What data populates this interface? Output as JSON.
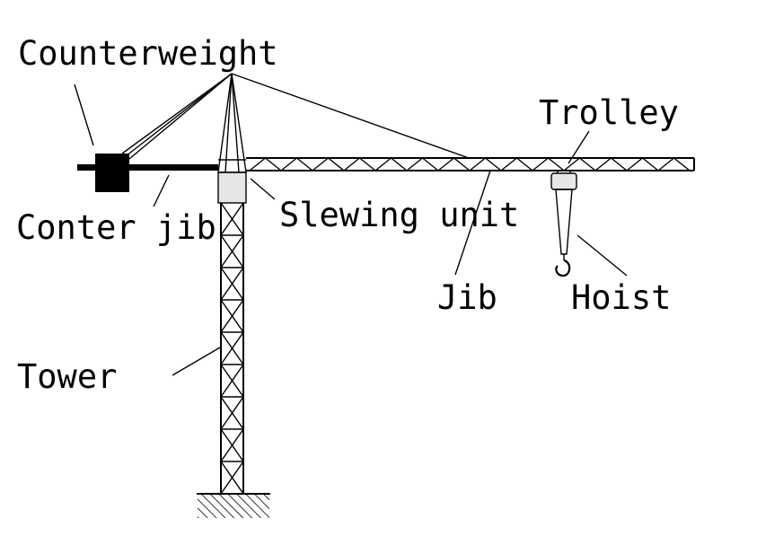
{
  "labels": {
    "counterweight": "Counterweight",
    "counter_jib": "Conter jib",
    "slewing_unit": "Slewing unit",
    "trolley": "Trolley",
    "jib": "Jib",
    "hoist": "Hoist",
    "tower": "Tower"
  },
  "colors": {
    "ink": "#000000",
    "slewing_fill": "#e6e6e6",
    "background": "#ffffff"
  }
}
